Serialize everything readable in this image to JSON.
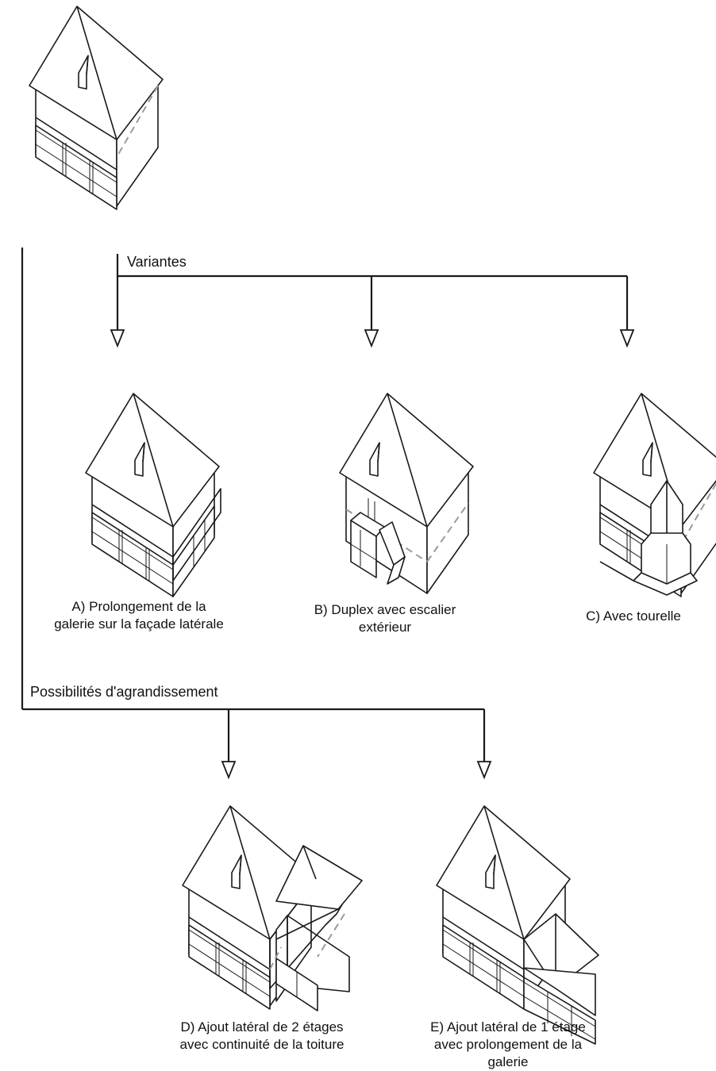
{
  "branches": {
    "variants_label": "Variantes",
    "expansion_label": "Possibilités d'agrandissement"
  },
  "captions": {
    "a_line1": "A) Prolongement de la",
    "a_line2": "galerie sur la façade latérale",
    "b_line1": "B) Duplex avec escalier",
    "b_line2": "extérieur",
    "c_line1": "C) Avec tourelle",
    "d_line1": "D) Ajout latéral de 2 étages",
    "d_line2": "avec continuité de la toiture",
    "e_line1": "E) Ajout latéral de 1 étage",
    "e_line2": "avec prolongement de la",
    "e_line3": "galerie"
  },
  "colors": {
    "line": "#1a1a1a",
    "dashed_line": "#9a9a9a",
    "background": "#ffffff"
  }
}
